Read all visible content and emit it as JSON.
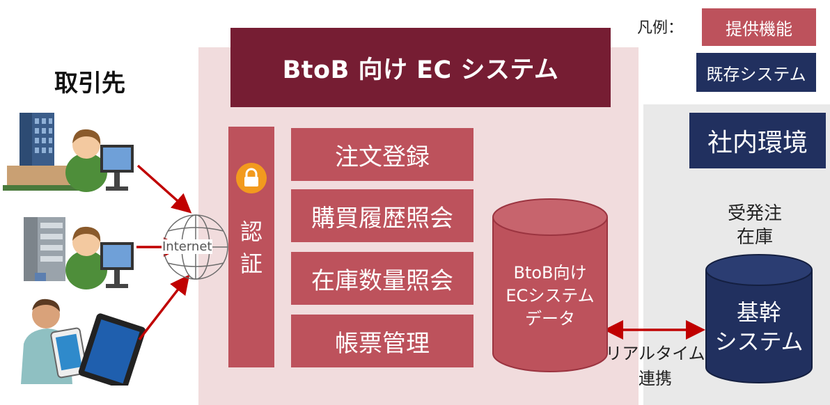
{
  "title": "BtoB 向け EC システム",
  "partners_heading": "取引先",
  "legend": {
    "label": "凡例：",
    "provided": "提供機能",
    "existing": "既存システム"
  },
  "auth": {
    "label": "認\n証"
  },
  "functions": [
    {
      "label": "注文登録"
    },
    {
      "label": "購買履歴照会"
    },
    {
      "label": "在庫数量照会"
    },
    {
      "label": "帳票管理"
    }
  ],
  "database": {
    "line1": "BtoB向け",
    "line2": "ECシステム",
    "line3": "データ"
  },
  "internal": {
    "label": "社内環境",
    "order_stock_line1": "受発注",
    "order_stock_line2": "在庫",
    "core_line1": "基幹",
    "core_line2": "システム"
  },
  "link": {
    "line1": "リアルタイム",
    "line2": "連携"
  },
  "internet_label": "Internet",
  "icons": [
    "office-building-icon",
    "user-at-pc-icon",
    "mobile-user-icon",
    "globe-icon",
    "lock-icon"
  ],
  "colors": {
    "dark_red": "#761d33",
    "function_red": "#bd525c",
    "navy": "#21305f",
    "arrow_red": "#c00000",
    "pink_bg": "#f1dcdd",
    "grey_bg": "#e9e9e9",
    "lock_orange": "#f29a1e"
  }
}
